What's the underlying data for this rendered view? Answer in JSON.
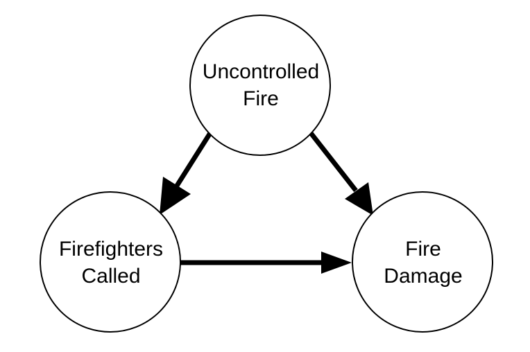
{
  "diagram": {
    "nodes": {
      "uncontrolled_fire": {
        "line1": "Uncontrolled",
        "line2": "Fire"
      },
      "firefighters_called": {
        "line1": "Firefighters",
        "line2": "Called"
      },
      "fire_damage": {
        "line1": "Fire",
        "line2": "Damage"
      }
    },
    "edges": [
      {
        "from": "uncontrolled_fire",
        "to": "firefighters_called"
      },
      {
        "from": "uncontrolled_fire",
        "to": "fire_damage"
      },
      {
        "from": "firefighters_called",
        "to": "fire_damage"
      }
    ]
  }
}
